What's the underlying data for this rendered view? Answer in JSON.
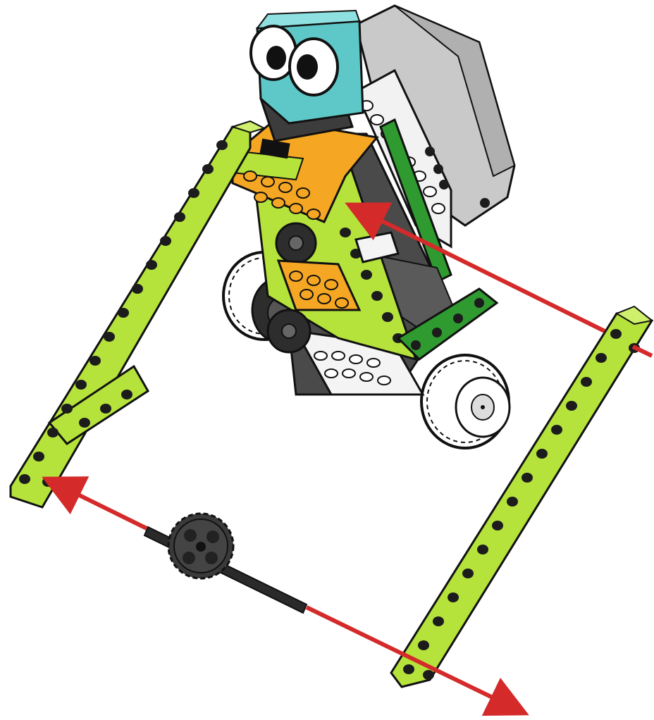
{
  "instruction": {
    "caption": "",
    "parts": [
      {
        "id": "model",
        "name": "assembled-robot-model",
        "color": "#b5e33c"
      },
      {
        "id": "left-beam",
        "name": "lime-technic-beam-left",
        "color": "#b5e33c"
      },
      {
        "id": "right-beam",
        "name": "lime-technic-beam-right",
        "color": "#b5e33c"
      },
      {
        "id": "gear",
        "name": "gear-24-tooth",
        "color": "#3a3a3a"
      },
      {
        "id": "axle",
        "name": "axle",
        "color": "#2a2a2a"
      }
    ],
    "arrows": [
      {
        "id": "arrow-right-beam-to-model",
        "color": "#d42a2a"
      },
      {
        "id": "arrow-axle-to-left-beam",
        "color": "#d42a2a"
      },
      {
        "id": "arrow-axle-out-right",
        "color": "#d42a2a"
      }
    ],
    "colors": {
      "lime": "#b5e33c",
      "orange": "#f5a623",
      "dark_green": "#2f9a2f",
      "teal": "#5ec8c8",
      "grey": "#bdbdbd",
      "dark": "#333333",
      "arrow": "#d42a2a",
      "outline": "#111111"
    }
  }
}
